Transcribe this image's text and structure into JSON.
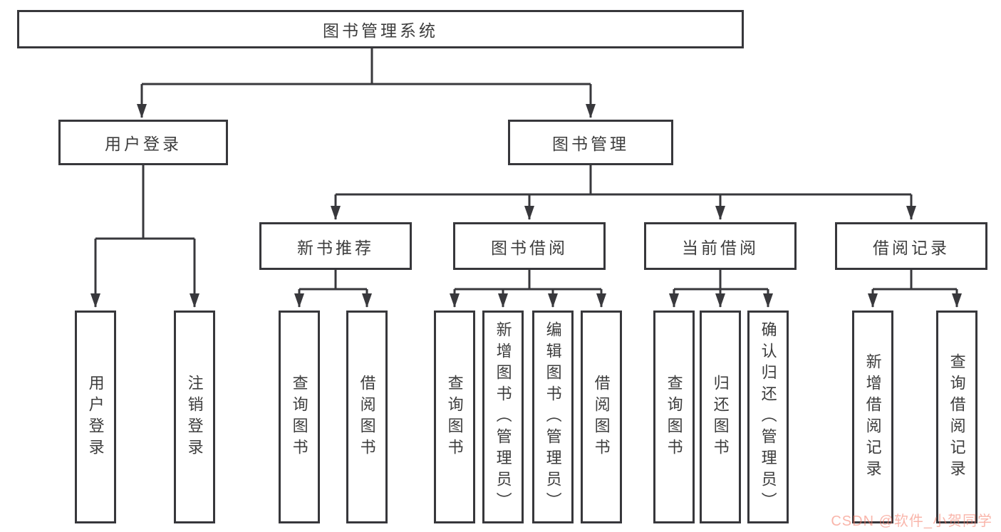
{
  "diagram_type": "tree",
  "tree": {
    "label": "图书管理系统",
    "children": [
      {
        "label": "用户登录",
        "children": [
          {
            "label": "用户登录"
          },
          {
            "label": "注销登录"
          }
        ]
      },
      {
        "label": "图书管理",
        "children": [
          {
            "label": "新书推荐",
            "children": [
              {
                "label": "查询图书"
              },
              {
                "label": "借阅图书"
              }
            ]
          },
          {
            "label": "图书借阅",
            "children": [
              {
                "label": "查询图书"
              },
              {
                "label": "新增图书（管理员）"
              },
              {
                "label": "编辑图书（管理员）"
              },
              {
                "label": "借阅图书"
              }
            ]
          },
          {
            "label": "当前借阅",
            "children": [
              {
                "label": "查询图书"
              },
              {
                "label": "归还图书"
              },
              {
                "label": "确认归还（管理员）"
              }
            ]
          },
          {
            "label": "借阅记录",
            "children": [
              {
                "label": "新增借阅记录"
              },
              {
                "label": "查询借阅记录"
              }
            ]
          }
        ]
      }
    ]
  },
  "watermark": {
    "text": "CSDN @软件_小贺同学",
    "color": "#f47864"
  },
  "colors": {
    "line": "#38383c",
    "box_border": "#37373b",
    "box_bg": "#ffffff",
    "text": "#3d3d3d"
  }
}
